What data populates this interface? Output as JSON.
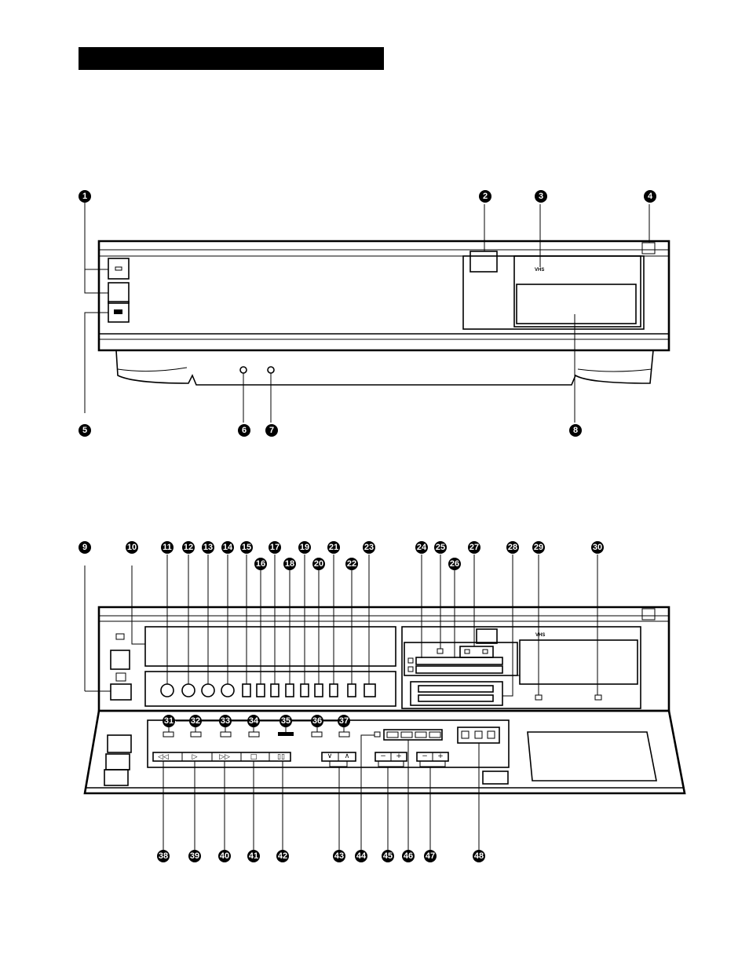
{
  "front_callouts": [
    "1",
    "2",
    "3",
    "4",
    "5",
    "6",
    "7",
    "8"
  ],
  "panel_callouts_top": [
    "9",
    "10",
    "11",
    "12",
    "13",
    "14",
    "15",
    "16",
    "17",
    "18",
    "19",
    "20",
    "21",
    "22",
    "23",
    "24",
    "25",
    "26",
    "27",
    "28",
    "29",
    "30"
  ],
  "panel_callouts_row": [
    "31",
    "32",
    "33",
    "34",
    "35",
    "36",
    "37"
  ],
  "panel_callouts_bottom": [
    "38",
    "39",
    "40",
    "41",
    "42",
    "43",
    "44",
    "45",
    "46",
    "47",
    "48"
  ],
  "logo_text": "VHS",
  "button_glyphs": {
    "rewind": "◁◁",
    "play": "▷",
    "fast_forward": "▷▷",
    "stop": "□",
    "pause": "▯▯",
    "down": "∨",
    "up": "∧",
    "minus": "−",
    "plus": "+"
  }
}
